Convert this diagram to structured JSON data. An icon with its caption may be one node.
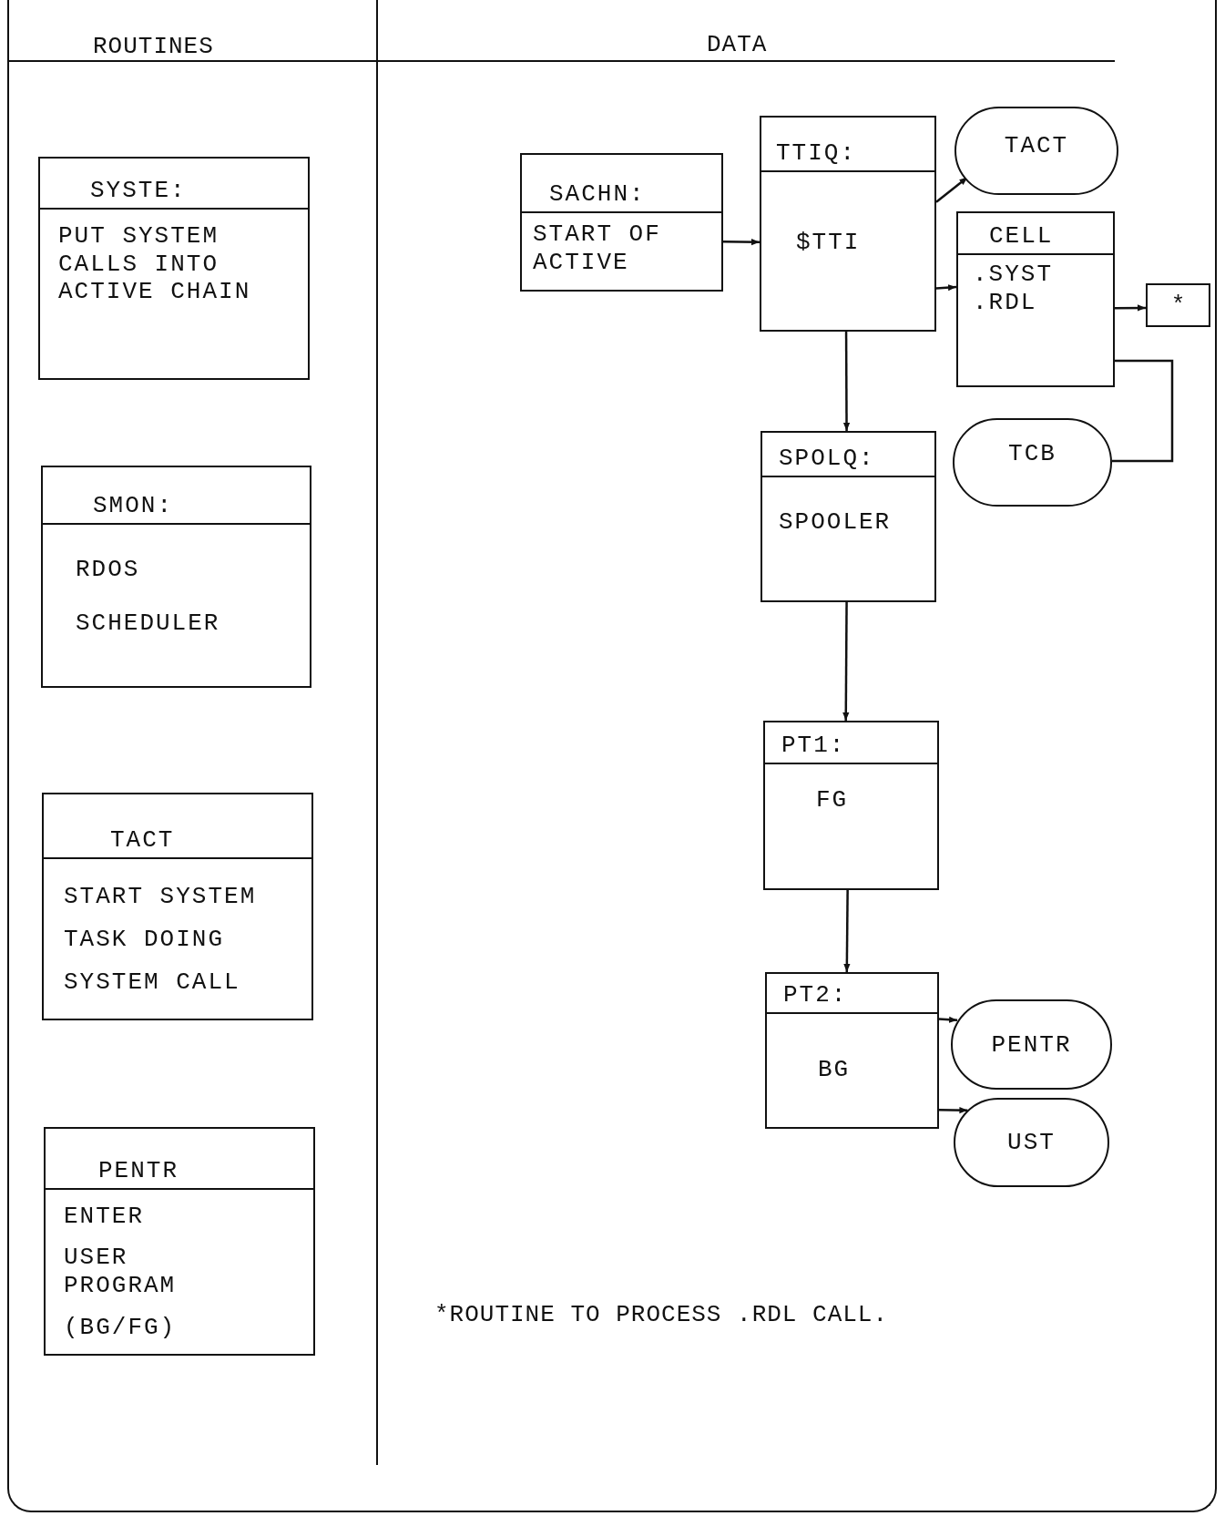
{
  "diagram": {
    "nodes": [
      {
        "text": [
          "SYSTE:",
          "PUT SYSTEM CALLS INTO ACTIVE CHAIN"
        ]
      },
      {
        "text": [
          "SMON:",
          "RDOS",
          "SCHEDULER"
        ]
      },
      {
        "text": [
          "TACT",
          "START SYSTEM TASK DOING SYSTEM CALL"
        ]
      },
      {
        "text": [
          "PENTR",
          "ENTER",
          "USER PROGRAM",
          "(BG/FG)"
        ]
      },
      {
        "text": [
          "SACHN:",
          "START OF ACTIVE"
        ]
      },
      {
        "text": [
          "TTIQ:",
          "$TTI"
        ]
      },
      {
        "text": [
          "TACT"
        ]
      },
      {
        "text": [
          "CELL",
          ".SYST .RDL"
        ]
      },
      {
        "text": [
          "*"
        ]
      },
      {
        "text": [
          "TCB"
        ]
      },
      {
        "text": [
          "SPOLQ:",
          "SPOOLER"
        ]
      },
      {
        "text": [
          "PT1:",
          "FG"
        ]
      },
      {
        "text": [
          "PT2:",
          "BG"
        ]
      },
      {
        "text": [
          "PENTR"
        ]
      },
      {
        "text": [
          "UST"
        ]
      }
    ],
    "edges": [
      {
        "from": 4,
        "to": 5,
        "arrow": "to"
      },
      {
        "from": 5,
        "to": 6,
        "arrow": "to"
      },
      {
        "from": 5,
        "to": 7,
        "arrow": "to"
      },
      {
        "from": 7,
        "to": 8,
        "arrow": "to"
      },
      {
        "from": 7,
        "to": 9,
        "arrow": "none"
      },
      {
        "from": 5,
        "to": 10,
        "arrow": "to"
      },
      {
        "from": 10,
        "to": 11,
        "arrow": "to"
      },
      {
        "from": 11,
        "to": 12,
        "arrow": "to"
      },
      {
        "from": 12,
        "to": 13,
        "arrow": "to"
      },
      {
        "from": 12,
        "to": 14,
        "arrow": "to"
      }
    ],
    "labels": [
      "ROUTINES",
      "DATA",
      "*ROUTINE TO PROCESS .RDL CALL."
    ]
  }
}
